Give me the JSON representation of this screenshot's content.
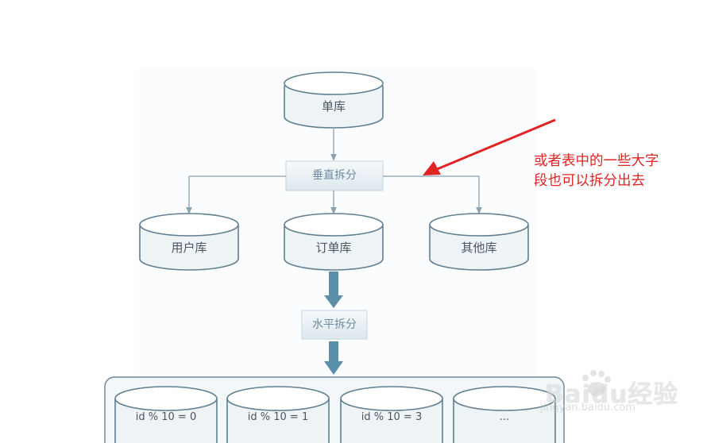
{
  "nodes": {
    "single_db": "单库",
    "user_db": "用户库",
    "order_db": "订单库",
    "other_db": "其他库"
  },
  "steps": {
    "vertical_split": "垂直拆分",
    "horizontal_split": "水平拆分"
  },
  "shards": [
    "id % 10 = 0",
    "id % 10 = 1",
    "id % 10 = 3",
    "..."
  ],
  "annotation": {
    "line1": "或者表中的一些大字",
    "line2": "段也可以拆分出去"
  },
  "watermark": {
    "brand": "Baidu经验",
    "site": "jingyan.baidu.com"
  },
  "colors": {
    "db_fill": "#eef3f6",
    "db_stroke": "#5f7f90",
    "connector": "#8aa3b3",
    "big_arrow": "#5b90ab",
    "annotation_red": "#e02424"
  }
}
